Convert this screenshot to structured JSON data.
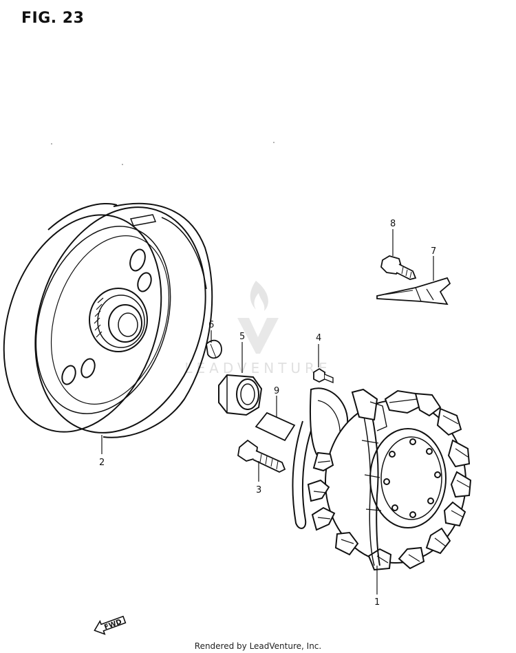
{
  "figure": {
    "title": "FIG. 23"
  },
  "callouts": [
    {
      "id": "1",
      "label": "1"
    },
    {
      "id": "2",
      "label": "2"
    },
    {
      "id": "3",
      "label": "3"
    },
    {
      "id": "4",
      "label": "4"
    },
    {
      "id": "5",
      "label": "5"
    },
    {
      "id": "6",
      "label": "6"
    },
    {
      "id": "7",
      "label": "7"
    },
    {
      "id": "8",
      "label": "8"
    },
    {
      "id": "9",
      "label": "9"
    }
  ],
  "direction_marker": {
    "label": "FWD",
    "icon": "fwd-arrow-icon"
  },
  "watermark": {
    "text": "LEADVENTURE",
    "color": "#d9d9d9"
  },
  "footer": {
    "text": "Rendered by LeadVenture, Inc."
  },
  "colors": {
    "line": "#111111",
    "background": "#ffffff"
  }
}
